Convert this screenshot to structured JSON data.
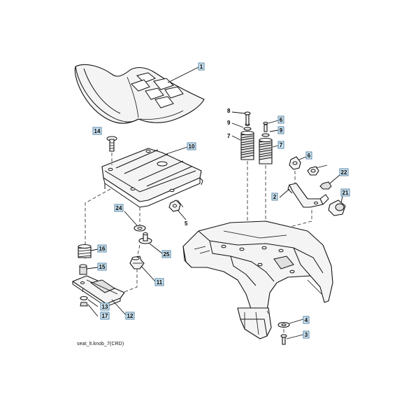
{
  "diagram": {
    "caption": "seat_lt.knob_7(CRD)",
    "callouts": [
      {
        "id": "1",
        "label": "1"
      },
      {
        "id": "14",
        "label": "14"
      },
      {
        "id": "10",
        "label": "10"
      },
      {
        "id": "24",
        "label": "24"
      },
      {
        "id": "25",
        "label": "25"
      },
      {
        "id": "16",
        "label": "16"
      },
      {
        "id": "15",
        "label": "15"
      },
      {
        "id": "11",
        "label": "11"
      },
      {
        "id": "13",
        "label": "13"
      },
      {
        "id": "17",
        "label": "17"
      },
      {
        "id": "12",
        "label": "12"
      },
      {
        "id": "6a",
        "label": "6"
      },
      {
        "id": "9a",
        "label": "9"
      },
      {
        "id": "7a",
        "label": "7"
      },
      {
        "id": "6b",
        "label": "6"
      },
      {
        "id": "22",
        "label": "22"
      },
      {
        "id": "2",
        "label": "2"
      },
      {
        "id": "21",
        "label": "21"
      },
      {
        "id": "4",
        "label": "4"
      },
      {
        "id": "3",
        "label": "3"
      }
    ],
    "plain_labels": [
      {
        "id": "5a",
        "label": "5"
      },
      {
        "id": "8",
        "label": "8"
      },
      {
        "id": "9b",
        "label": "9"
      },
      {
        "id": "7b",
        "label": "7"
      }
    ]
  }
}
